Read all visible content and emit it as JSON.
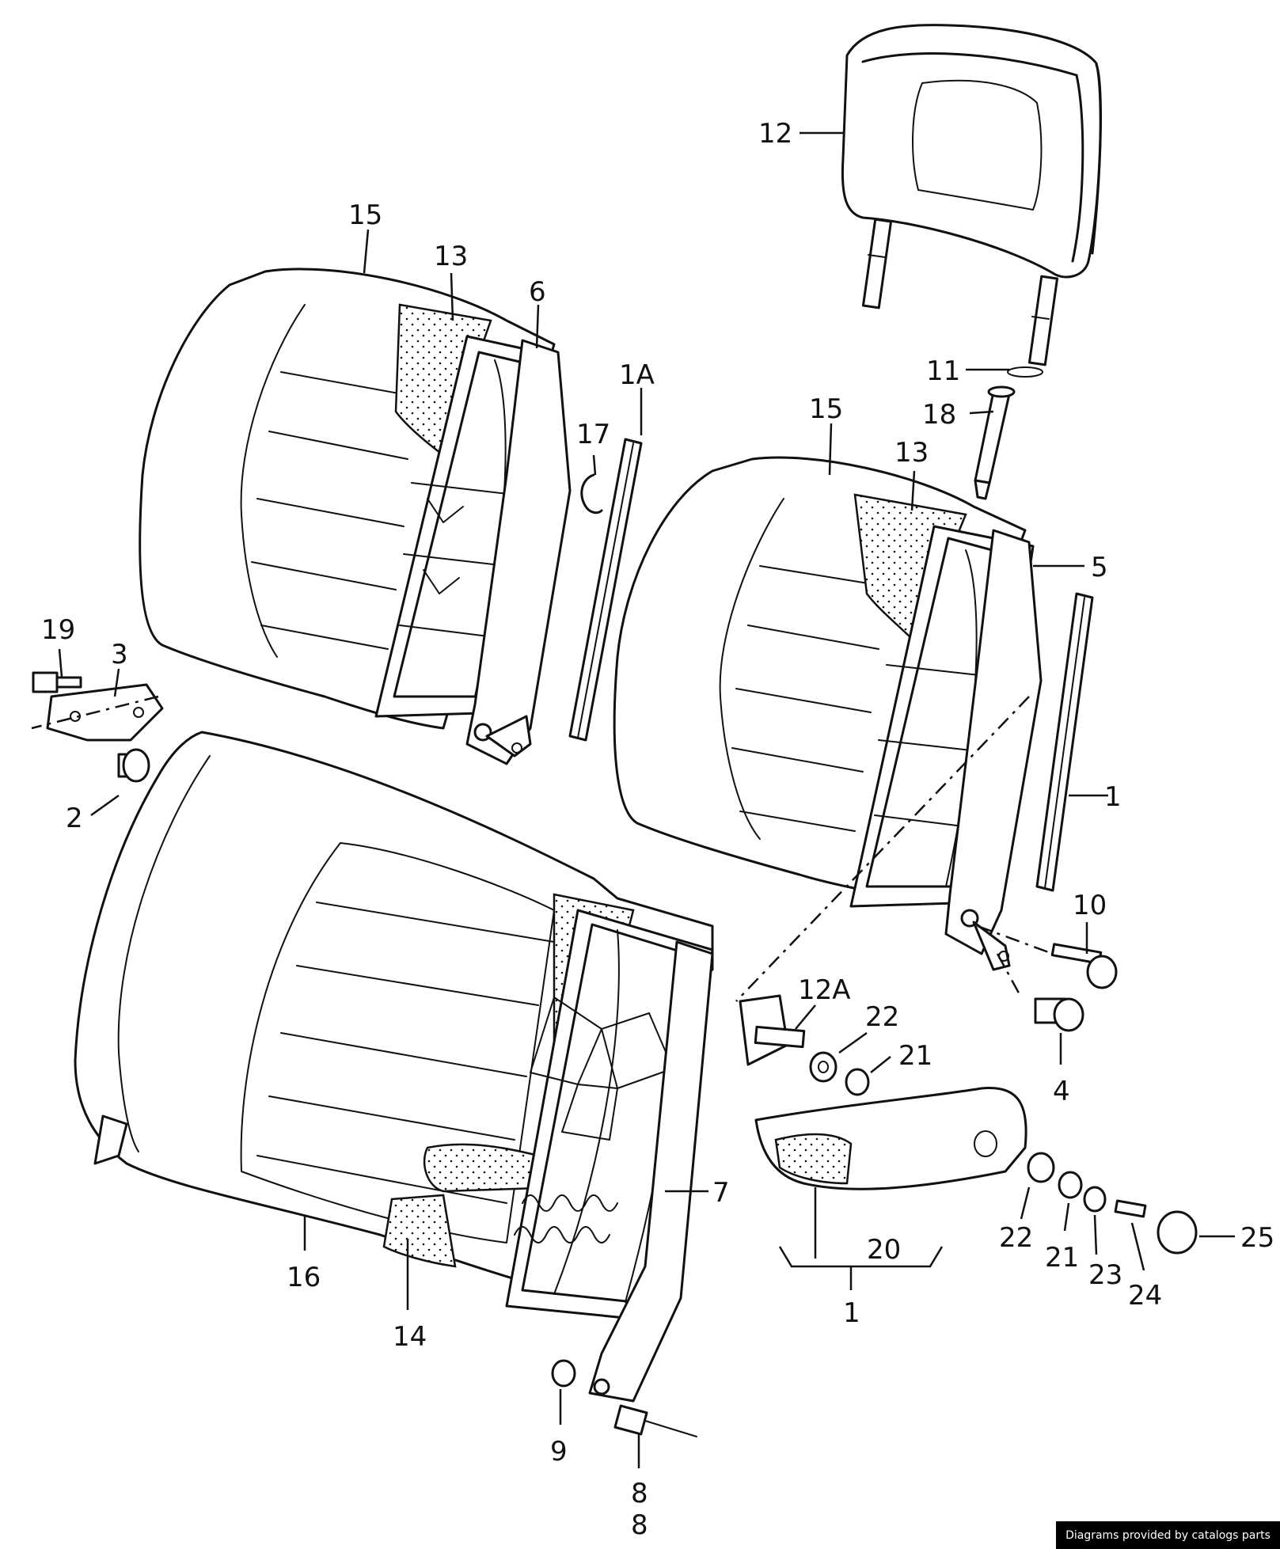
{
  "diagram": {
    "callouts": [
      {
        "id": "c-12",
        "text": "12"
      },
      {
        "id": "c-11",
        "text": "11"
      },
      {
        "id": "c-18",
        "text": "18"
      },
      {
        "id": "c-15a",
        "text": "15"
      },
      {
        "id": "c-13a",
        "text": "13"
      },
      {
        "id": "c-6",
        "text": "6"
      },
      {
        "id": "c-1a",
        "text": "1A"
      },
      {
        "id": "c-17",
        "text": "17"
      },
      {
        "id": "c-15b",
        "text": "15"
      },
      {
        "id": "c-13b",
        "text": "13"
      },
      {
        "id": "c-5",
        "text": "5"
      },
      {
        "id": "c-1b",
        "text": "1"
      },
      {
        "id": "c-19",
        "text": "19"
      },
      {
        "id": "c-3",
        "text": "3"
      },
      {
        "id": "c-2",
        "text": "2"
      },
      {
        "id": "c-10",
        "text": "10"
      },
      {
        "id": "c-4",
        "text": "4"
      },
      {
        "id": "c-12a",
        "text": "12A"
      },
      {
        "id": "c-22a",
        "text": "22"
      },
      {
        "id": "c-21a",
        "text": "21"
      },
      {
        "id": "c-7",
        "text": "7"
      },
      {
        "id": "c-22b",
        "text": "22"
      },
      {
        "id": "c-21b",
        "text": "21"
      },
      {
        "id": "c-23",
        "text": "23"
      },
      {
        "id": "c-24",
        "text": "24"
      },
      {
        "id": "c-25",
        "text": "25"
      },
      {
        "id": "c-20",
        "text": "20"
      },
      {
        "id": "c-1c",
        "text": "1"
      },
      {
        "id": "c-16",
        "text": "16"
      },
      {
        "id": "c-14",
        "text": "14"
      },
      {
        "id": "c-9",
        "text": "9"
      },
      {
        "id": "c-8a",
        "text": "8"
      },
      {
        "id": "c-8b",
        "text": "8"
      }
    ]
  },
  "footer": {
    "credit": "Diagrams provided by catalogs parts"
  }
}
